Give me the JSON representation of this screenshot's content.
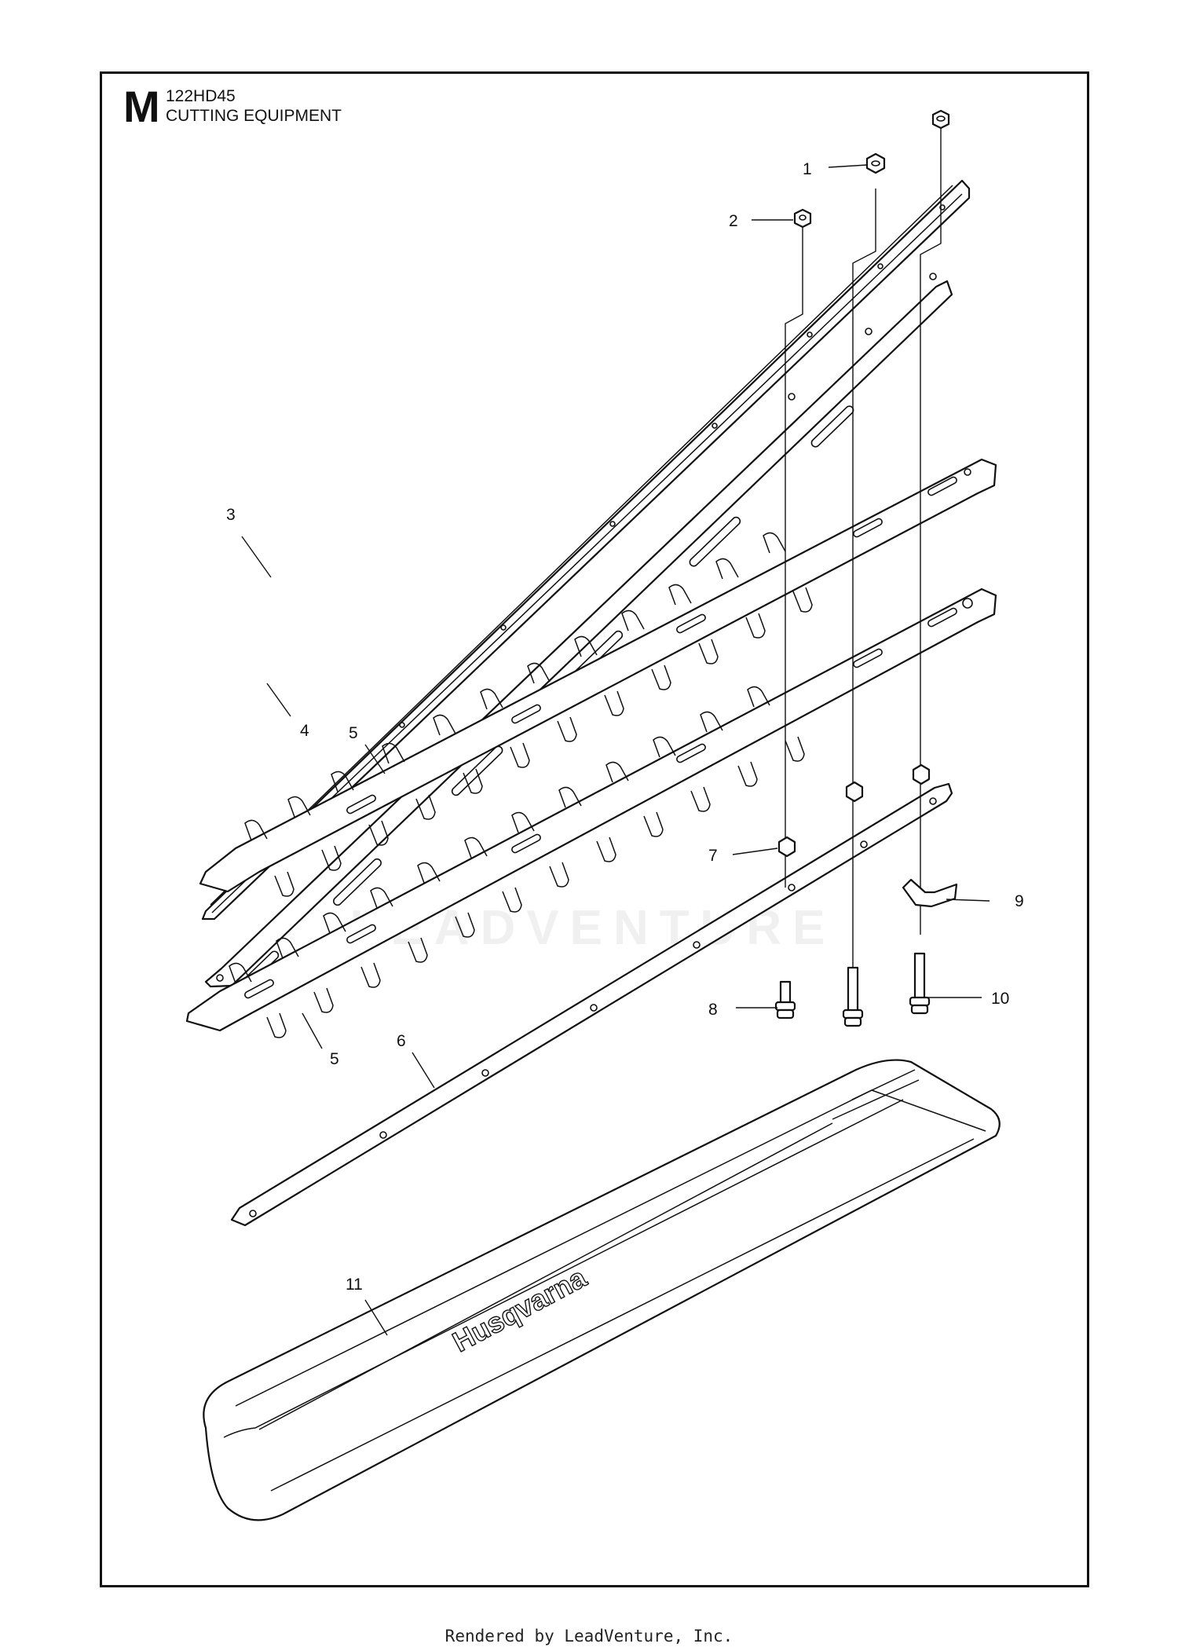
{
  "header": {
    "section_letter": "M",
    "model": "122HD45",
    "title": "CUTTING EQUIPMENT"
  },
  "callouts": [
    "1",
    "2",
    "3",
    "4",
    "5",
    "5",
    "6",
    "7",
    "8",
    "9",
    "10",
    "11"
  ],
  "guard_logo_text": "Husqvarna",
  "watermark_text": "LEADVENTURE",
  "footer": "Rendered by LeadVenture, Inc."
}
